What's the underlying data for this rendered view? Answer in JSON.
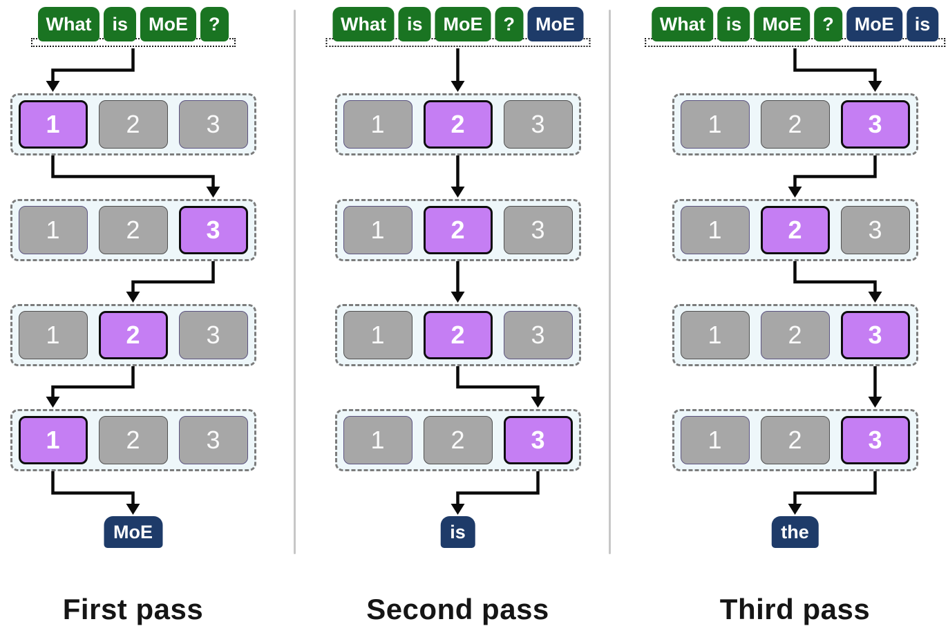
{
  "colors": {
    "prompt_token": "#1a7422",
    "generated_token": "#1e3b69",
    "selected_expert_fill": "#c57ef3",
    "selected_expert_border": "#0d0d0d",
    "expert_gray_fill": "#a7a7a7",
    "expert_border_dark": "#4f4f4f",
    "expert_border_slate": "#5b5380",
    "row_background": "#eef7fa",
    "row_dashed_border": "#7c7c7c",
    "arrow": "#0a0a0a",
    "divider": "#c7c7c7"
  },
  "passes": [
    {
      "label": "First pass",
      "input_tokens": [
        {
          "text": "What",
          "type": "prompt"
        },
        {
          "text": "is",
          "type": "prompt"
        },
        {
          "text": "MoE",
          "type": "prompt"
        },
        {
          "text": "?",
          "type": "prompt"
        }
      ],
      "expert_rows": [
        {
          "experts": [
            "1",
            "2",
            "3"
          ],
          "selected": 1,
          "box_styles": [
            "selected",
            "dark",
            "slate"
          ]
        },
        {
          "experts": [
            "1",
            "2",
            "3"
          ],
          "selected": 3,
          "box_styles": [
            "slate",
            "dark",
            "selected"
          ]
        },
        {
          "experts": [
            "1",
            "2",
            "3"
          ],
          "selected": 2,
          "box_styles": [
            "dark",
            "selected",
            "slate"
          ]
        },
        {
          "experts": [
            "1",
            "2",
            "3"
          ],
          "selected": 1,
          "box_styles": [
            "selected",
            "dark",
            "slate"
          ]
        }
      ],
      "output_token": "MoE"
    },
    {
      "label": "Second pass",
      "input_tokens": [
        {
          "text": "What",
          "type": "prompt"
        },
        {
          "text": "is",
          "type": "prompt"
        },
        {
          "text": "MoE",
          "type": "prompt"
        },
        {
          "text": "?",
          "type": "prompt"
        },
        {
          "text": "MoE",
          "type": "generated"
        }
      ],
      "expert_rows": [
        {
          "experts": [
            "1",
            "2",
            "3"
          ],
          "selected": 2,
          "box_styles": [
            "slate",
            "selected",
            "dark"
          ]
        },
        {
          "experts": [
            "1",
            "2",
            "3"
          ],
          "selected": 2,
          "box_styles": [
            "slate",
            "selected",
            "dark"
          ]
        },
        {
          "experts": [
            "1",
            "2",
            "3"
          ],
          "selected": 2,
          "box_styles": [
            "dark",
            "selected",
            "slate"
          ]
        },
        {
          "experts": [
            "1",
            "2",
            "3"
          ],
          "selected": 3,
          "box_styles": [
            "slate",
            "dark",
            "selected"
          ]
        }
      ],
      "output_token": "is"
    },
    {
      "label": "Third pass",
      "input_tokens": [
        {
          "text": "What",
          "type": "prompt"
        },
        {
          "text": "is",
          "type": "prompt"
        },
        {
          "text": "MoE",
          "type": "prompt"
        },
        {
          "text": "?",
          "type": "prompt"
        },
        {
          "text": "MoE",
          "type": "generated"
        },
        {
          "text": "is",
          "type": "generated"
        }
      ],
      "expert_rows": [
        {
          "experts": [
            "1",
            "2",
            "3"
          ],
          "selected": 3,
          "box_styles": [
            "slate",
            "dark",
            "selected"
          ]
        },
        {
          "experts": [
            "1",
            "2",
            "3"
          ],
          "selected": 2,
          "box_styles": [
            "slate",
            "selected",
            "dark"
          ]
        },
        {
          "experts": [
            "1",
            "2",
            "3"
          ],
          "selected": 3,
          "box_styles": [
            "dark",
            "slate",
            "selected"
          ]
        },
        {
          "experts": [
            "1",
            "2",
            "3"
          ],
          "selected": 3,
          "box_styles": [
            "slate",
            "dark",
            "selected"
          ]
        }
      ],
      "output_token": "the"
    }
  ]
}
